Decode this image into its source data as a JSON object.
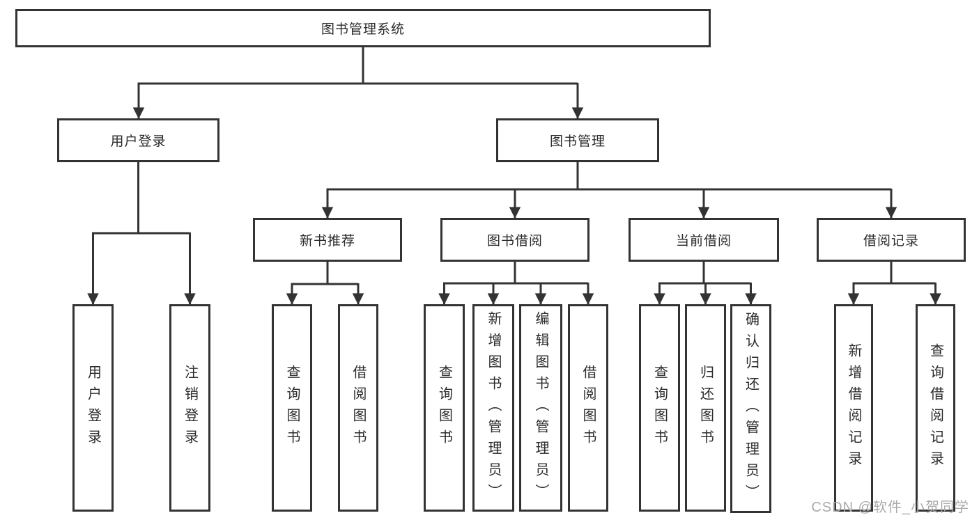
{
  "diagram_type": "tree",
  "colors": {
    "line": "#333333",
    "box_border": "#333333",
    "text": "#2b2b2b",
    "background": "#ffffff",
    "watermark": "#aaaaaa"
  },
  "watermark": "CSDN @软件_小贺同学",
  "tree": {
    "root": {
      "label": "图书管理系统",
      "children": [
        {
          "label": "用户登录",
          "children": [
            {
              "label": "用户登录"
            },
            {
              "label": "注销登录"
            }
          ]
        },
        {
          "label": "图书管理",
          "children": [
            {
              "label": "新书推荐",
              "children": [
                {
                  "label": "查询图书"
                },
                {
                  "label": "借阅图书"
                }
              ]
            },
            {
              "label": "图书借阅",
              "children": [
                {
                  "label": "查询图书"
                },
                {
                  "label": "新增图书（管理员）"
                },
                {
                  "label": "编辑图书（管理员）"
                },
                {
                  "label": "借阅图书"
                }
              ]
            },
            {
              "label": "当前借阅",
              "children": [
                {
                  "label": "查询图书"
                },
                {
                  "label": "归还图书"
                },
                {
                  "label": "确认归还（管理员）"
                }
              ]
            },
            {
              "label": "借阅记录",
              "children": [
                {
                  "label": "新增借阅记录"
                },
                {
                  "label": "查询借阅记录"
                }
              ]
            }
          ]
        }
      ]
    }
  }
}
